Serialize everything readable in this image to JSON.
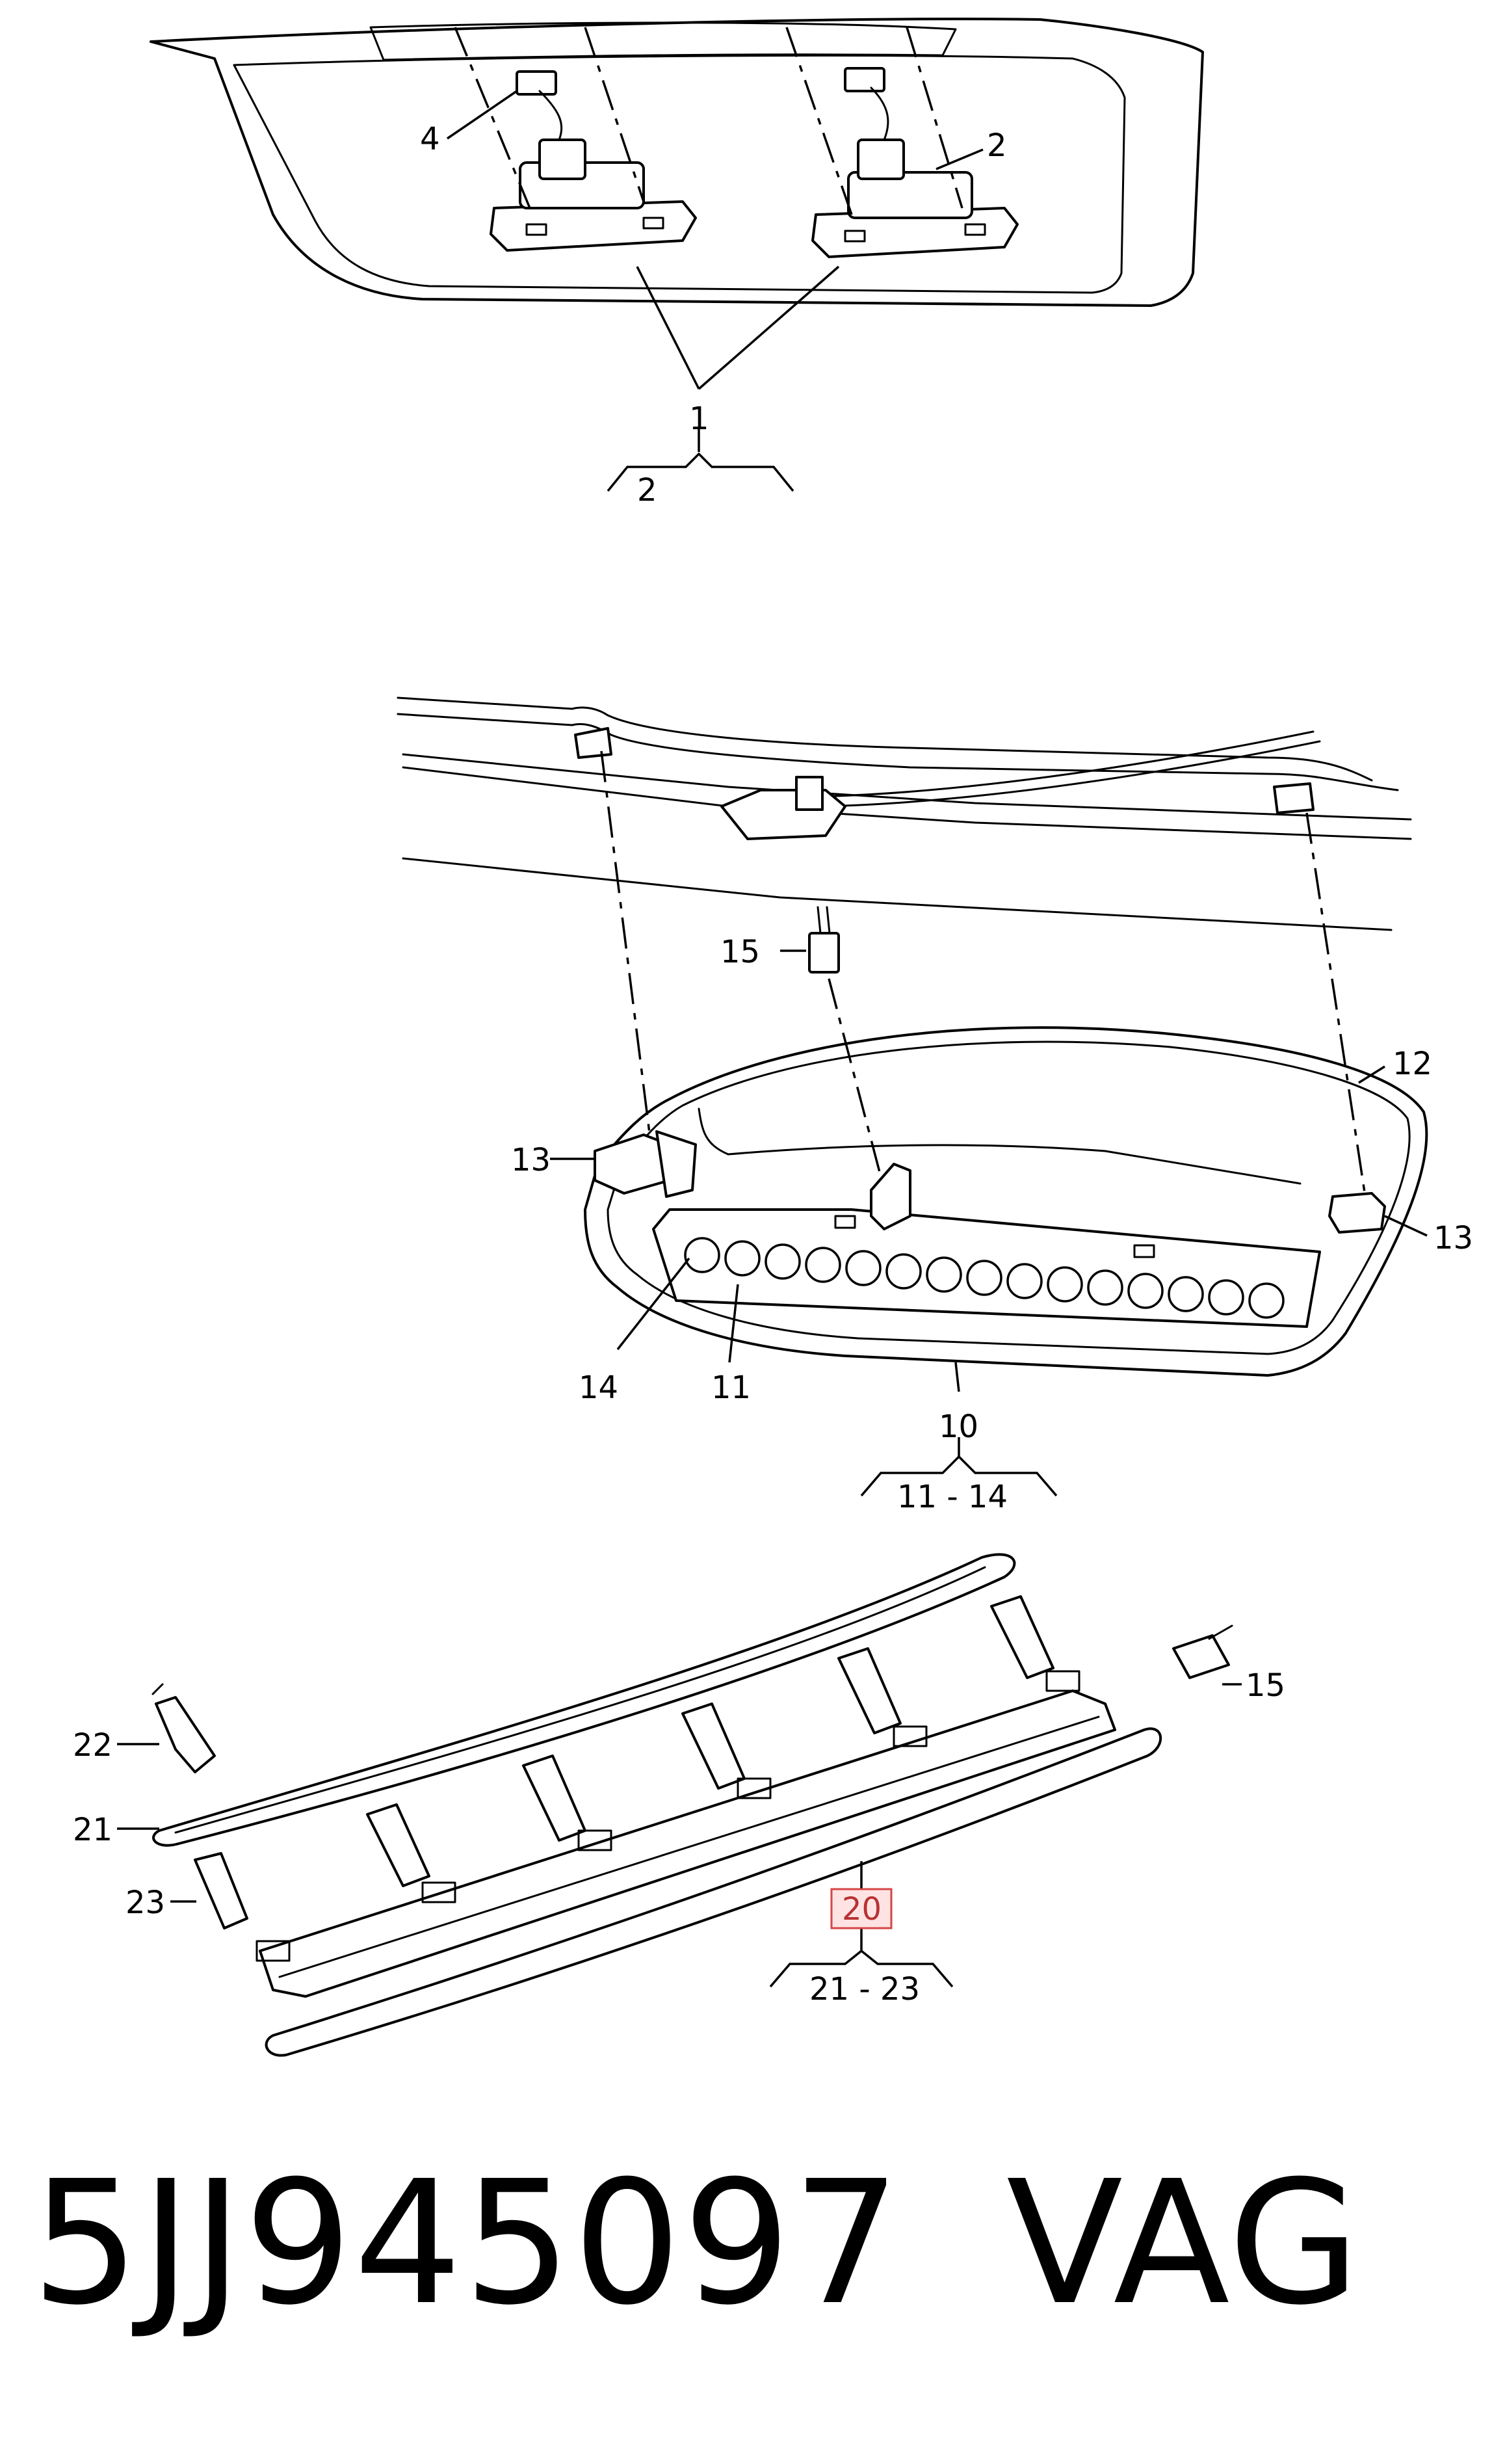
{
  "callouts": {
    "c1": "1",
    "c2": "2",
    "c4": "4",
    "c10": "10",
    "c11": "11",
    "c12": "12",
    "c13a": "13",
    "c13b": "13",
    "c14": "14",
    "c15a": "15",
    "c15b": "15",
    "c20": "20",
    "c21": "21",
    "c22": "22",
    "c23": "23"
  },
  "ranges": {
    "r1": "2",
    "r10": "11 - 14",
    "r20": "21 - 23"
  },
  "highlight_color": "#d64545",
  "caption": {
    "part_number": "5JJ945097",
    "brand": "VAG"
  }
}
